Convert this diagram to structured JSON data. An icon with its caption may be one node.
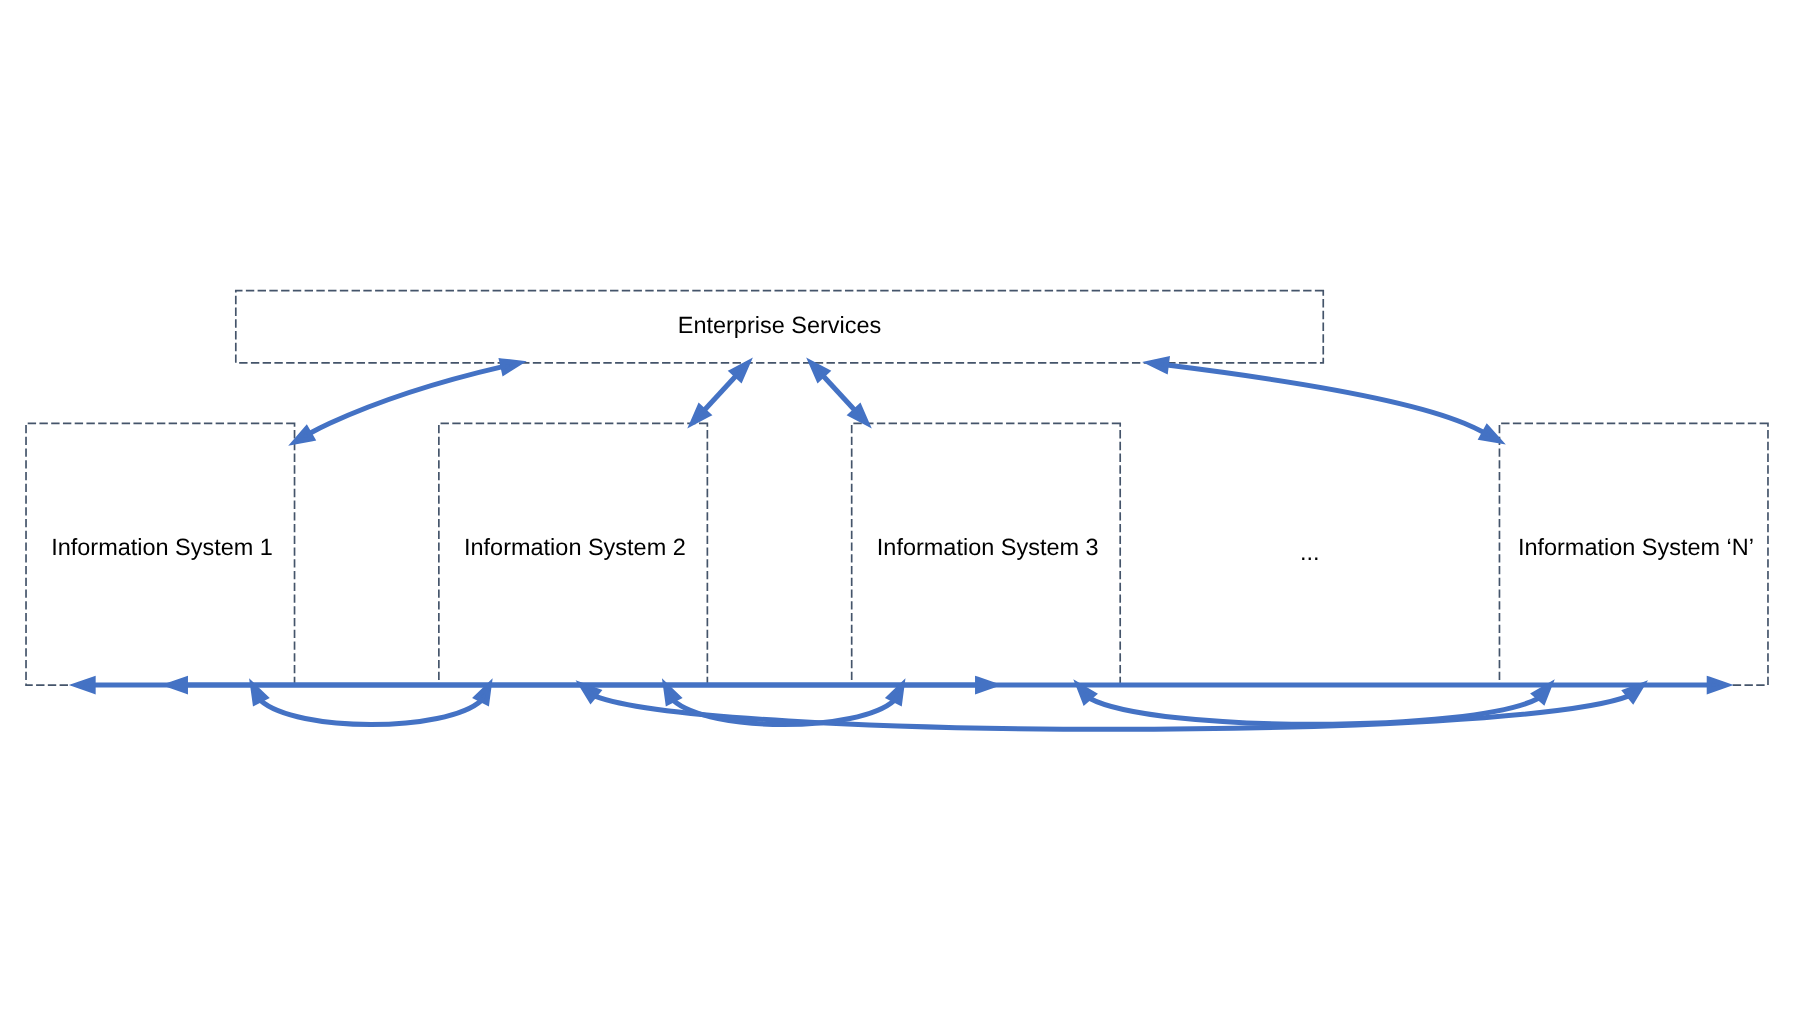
{
  "diagram": {
    "nodes": [
      {
        "text": [
          "Enterprise Services"
        ]
      },
      {
        "text": [
          "Information System 1"
        ]
      },
      {
        "text": [
          "Information System 2"
        ]
      },
      {
        "text": [
          "Information System 3"
        ]
      },
      {
        "text": [
          "Information System ‘N’"
        ]
      }
    ],
    "edges": [
      {
        "from": 0,
        "to": 1,
        "arrow": "both"
      },
      {
        "from": 0,
        "to": 2,
        "arrow": "both"
      },
      {
        "from": 0,
        "to": 3,
        "arrow": "both"
      },
      {
        "from": 0,
        "to": 4,
        "arrow": "both"
      },
      {
        "from": 1,
        "to": 2,
        "arrow": "both"
      },
      {
        "from": 1,
        "to": 3,
        "arrow": "both"
      },
      {
        "from": 1,
        "to": 4,
        "arrow": "both"
      },
      {
        "from": 2,
        "to": 3,
        "arrow": "both"
      },
      {
        "from": 2,
        "to": 4,
        "arrow": "both"
      },
      {
        "from": 3,
        "to": 4,
        "arrow": "both"
      }
    ],
    "labels": [
      "..."
    ]
  }
}
